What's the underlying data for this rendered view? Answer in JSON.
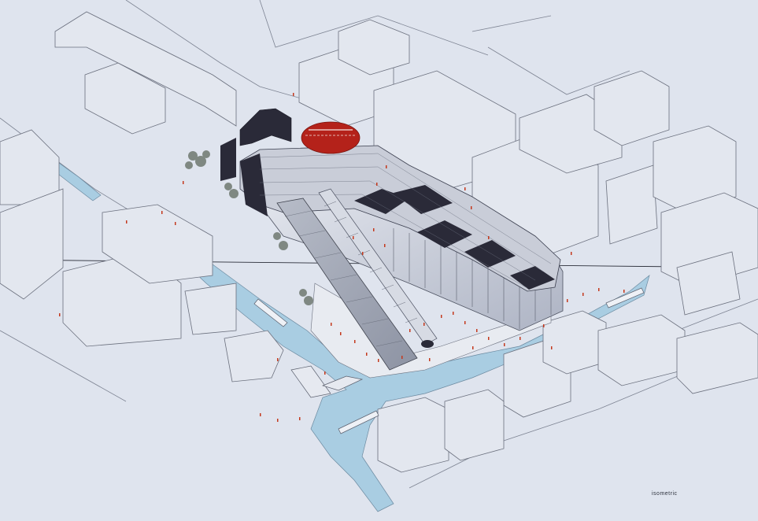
{
  "drawing": {
    "caption": "isometric",
    "colors": {
      "paper": "#dfe4ee",
      "line": "#5d6270",
      "water": "#a9cde2",
      "glass": "#c7ccd8",
      "dark_band": "#2a2a38",
      "red_accent": "#b4221a",
      "people": "#c4381c",
      "trees": "#5f6a5f"
    },
    "elements": [
      "canal",
      "market-hall",
      "curved-glass-roof",
      "red-rotunda",
      "covered-ramp",
      "glazed-stair",
      "plaza",
      "surrounding-buildings",
      "boats",
      "trees",
      "people-figures"
    ]
  }
}
